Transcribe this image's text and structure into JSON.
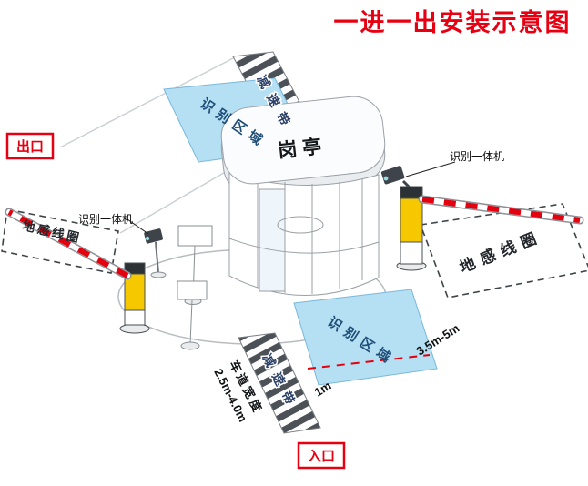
{
  "title": "一进一出安装示意图",
  "badges": {
    "exit": "出口",
    "entrance": "入口"
  },
  "booth": {
    "label": "岗亭"
  },
  "devices": {
    "left_reader": "识别一体机",
    "right_reader": "识别一体机"
  },
  "zones": {
    "top_recognition": "识别区域",
    "bottom_recognition": "识别区域",
    "left_coil": "地感线圈",
    "right_coil": "地感线圈",
    "top_bump": "减速带",
    "bottom_bump": "减速带"
  },
  "dimensions": {
    "coil_distance": "3.5m-5m",
    "line_offset": "1m",
    "lane_width_label": "车道宽度",
    "lane_width_value": "2.5m-4.0m"
  },
  "colors": {
    "accent_red": "#e60012",
    "zone_blue": "#b5dff2",
    "barrier_yellow": "#f6c800",
    "stripe_dark": "#4c5157",
    "dash_red": "#e3000f"
  }
}
